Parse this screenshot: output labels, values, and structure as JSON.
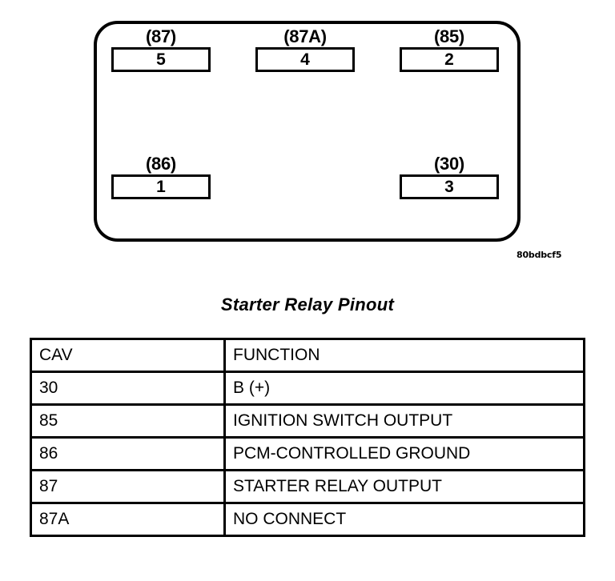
{
  "figure": {
    "code": "80bdbcf5",
    "pins": [
      {
        "id": "87",
        "terminal": "(87)",
        "cavity": "5"
      },
      {
        "id": "87a",
        "terminal": "(87A)",
        "cavity": "4"
      },
      {
        "id": "85",
        "terminal": "(85)",
        "cavity": "2"
      },
      {
        "id": "86",
        "terminal": "(86)",
        "cavity": "1"
      },
      {
        "id": "30",
        "terminal": "(30)",
        "cavity": "3"
      }
    ]
  },
  "table": {
    "caption": "Starter Relay Pinout",
    "headers": {
      "cav": "CAV",
      "function": "FUNCTION"
    },
    "rows": [
      {
        "cav": "30",
        "function": "B (+)"
      },
      {
        "cav": "85",
        "function": "IGNITION SWITCH OUTPUT"
      },
      {
        "cav": "86",
        "function": "PCM-CONTROLLED GROUND"
      },
      {
        "cav": "87",
        "function": "STARTER RELAY OUTPUT"
      },
      {
        "cav": "87A",
        "function": "NO CONNECT"
      }
    ]
  }
}
